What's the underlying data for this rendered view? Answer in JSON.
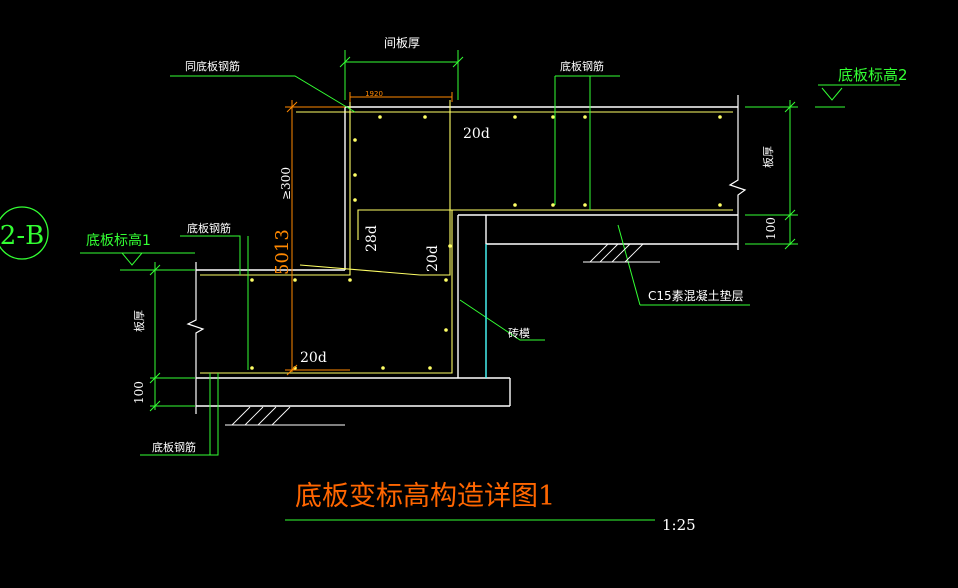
{
  "colors": {
    "background": "#000000",
    "slab": "#ffffff",
    "rebar": "#ffff66",
    "rebar_dim": "#ff8800",
    "dimension": "#33ff33",
    "leader": "#33ff33",
    "note": "#ffffff",
    "cyan": "#00ffff",
    "title": "#ff6600",
    "red": "#ff3333",
    "magenta": "#ff33ff"
  },
  "labels": {
    "grid_bubble": "2-B",
    "partition_thickness": "间板厚",
    "rebar_top_label": "同底板钢筋",
    "rebar_right_label": "底板钢筋",
    "bottom_elev_1": "底板标高1",
    "bottom_elev_2": "底板标高2",
    "rebar_left_label": "底板钢筋",
    "rebar_bottom_label": "底板钢筋",
    "cushion": "C15素混凝土垫层",
    "brick_mold": "砖模",
    "slab_thickness_right": "板厚",
    "slab_thickness_left": "板厚",
    "dim_100_right": "100",
    "dim_100_left": "100",
    "dim_1920": "1920",
    "dim_5013": "5013",
    "dim_ge300": "≥300",
    "anchor_20d_top": "20d",
    "anchor_28d": "28d",
    "anchor_20d_mid": "20d",
    "anchor_20d_bottom": "20d",
    "title": "底板变标高构造详图1",
    "scale": "1:25"
  }
}
